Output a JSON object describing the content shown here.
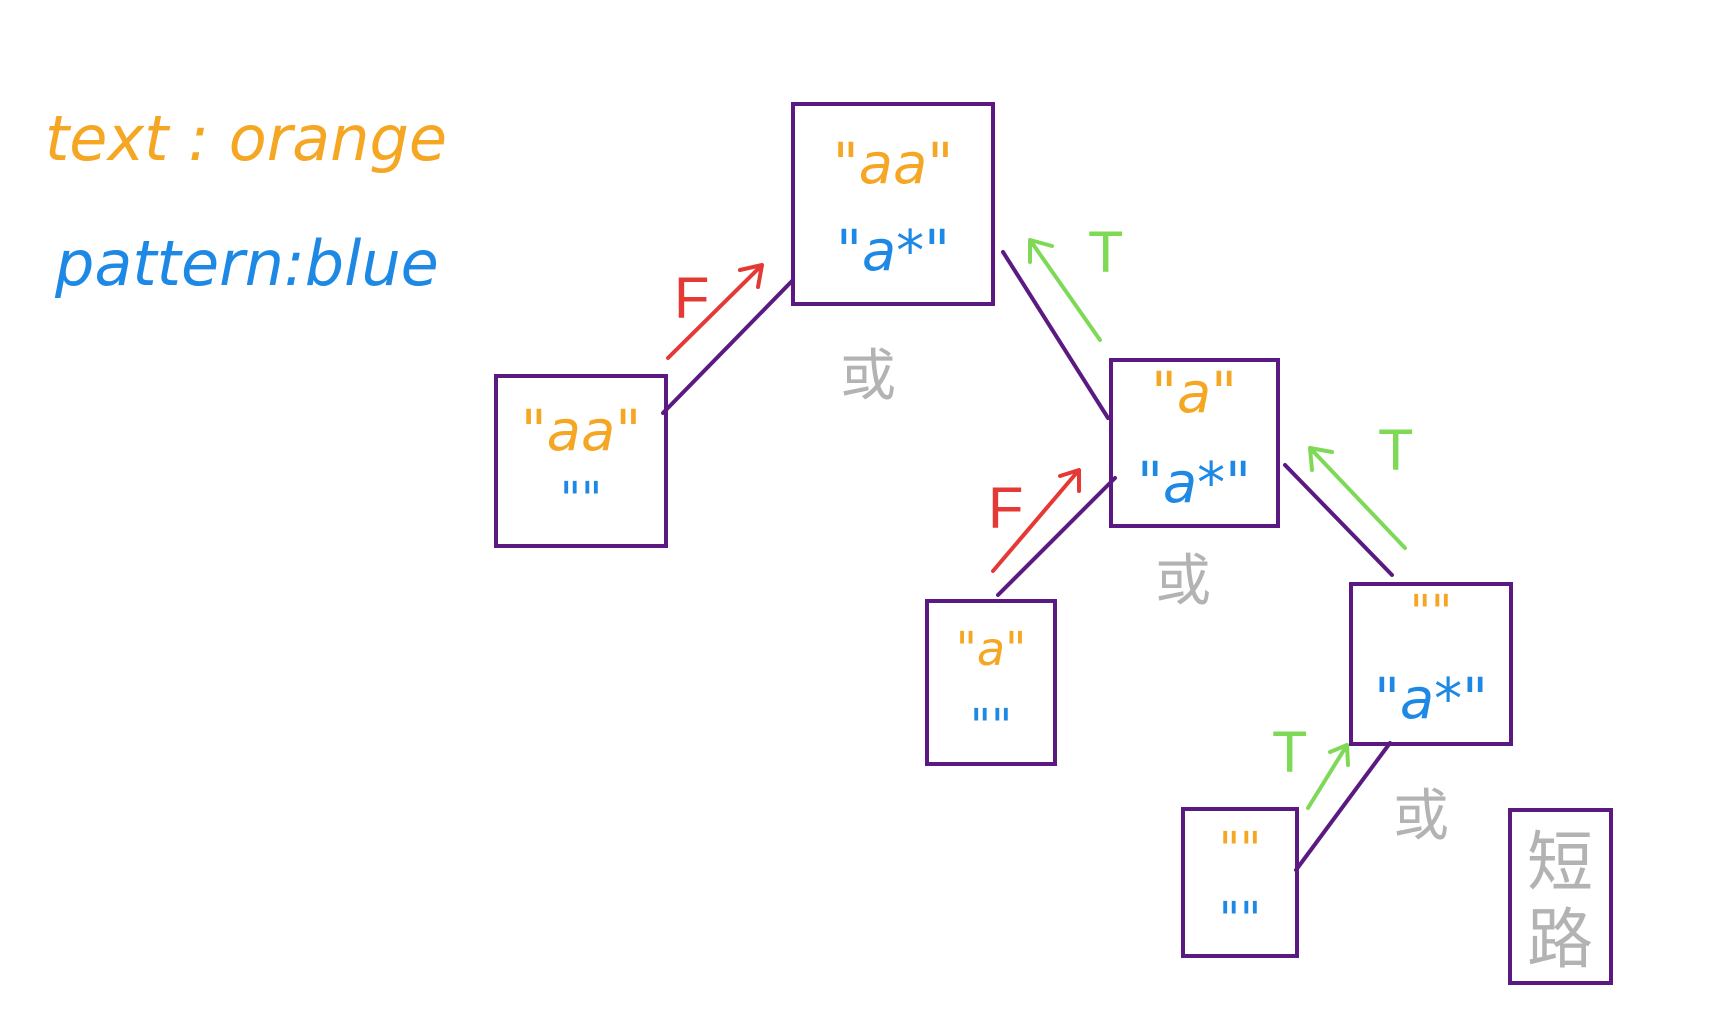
{
  "colors": {
    "text": "#f5a623",
    "pattern": "#1e88e5",
    "box": "#5b1a82",
    "false_arrow": "#e53935",
    "true_arrow": "#7ed957",
    "or": "#b3b3b3"
  },
  "legend": {
    "text_line": "text : orange",
    "pattern_line": "pattern:blue"
  },
  "nodes": {
    "root": {
      "text": "\"aa\"",
      "pattern": "\"a*\""
    },
    "left1": {
      "text": "\"aa\"",
      "pattern": "\"\""
    },
    "mid": {
      "text": "\"a\"",
      "pattern": "\"a*\""
    },
    "left2": {
      "text": "\"a\"",
      "pattern": "\"\""
    },
    "right2": {
      "text": "\"\"",
      "pattern": "\"a*\""
    },
    "leaf": {
      "text": "\"\"",
      "pattern": "\"\""
    }
  },
  "edge_labels": {
    "root_left_label": "F",
    "root_mid_label": "T",
    "mid_left_label": "F",
    "mid_right_label": "T",
    "right_leaf_label": "T"
  },
  "or_labels": {
    "or1": "或",
    "or2": "或",
    "or3": "或"
  },
  "short_circuit": {
    "line1": "短",
    "line2": "路"
  }
}
